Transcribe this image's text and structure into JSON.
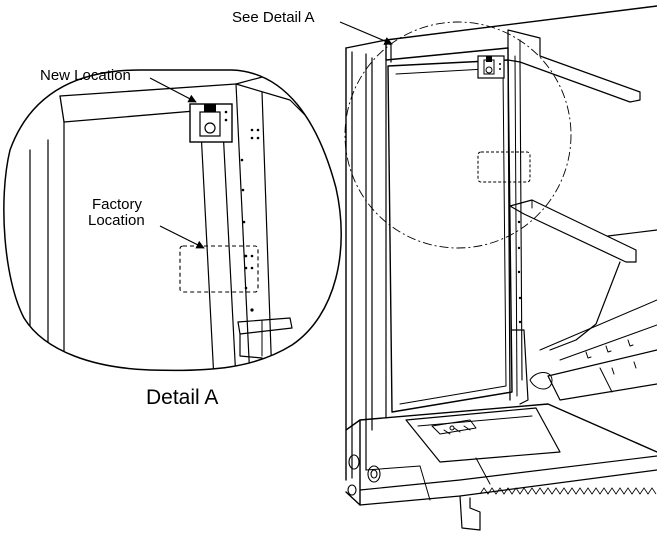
{
  "labels": {
    "see_detail": "See Detail A",
    "new_location": "New Location",
    "factory_location_line1": "Factory",
    "factory_location_line2": "Location",
    "detail_caption": "Detail A"
  }
}
